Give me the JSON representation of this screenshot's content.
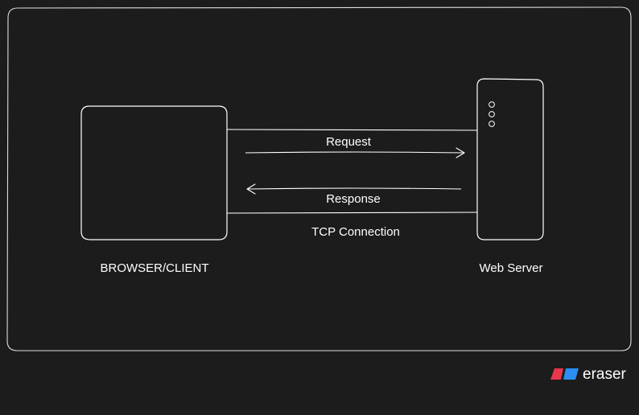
{
  "diagram": {
    "labels": {
      "request": "Request",
      "response": "Response",
      "connection": "TCP Connection",
      "client": "BROWSER/CLIENT",
      "server": "Web Server"
    }
  },
  "branding": {
    "name": "eraser",
    "logo_colors": [
      "#e8374b",
      "#2a8ff0"
    ]
  },
  "colors": {
    "background": "#1c1c1c",
    "stroke": "#ffffff"
  }
}
